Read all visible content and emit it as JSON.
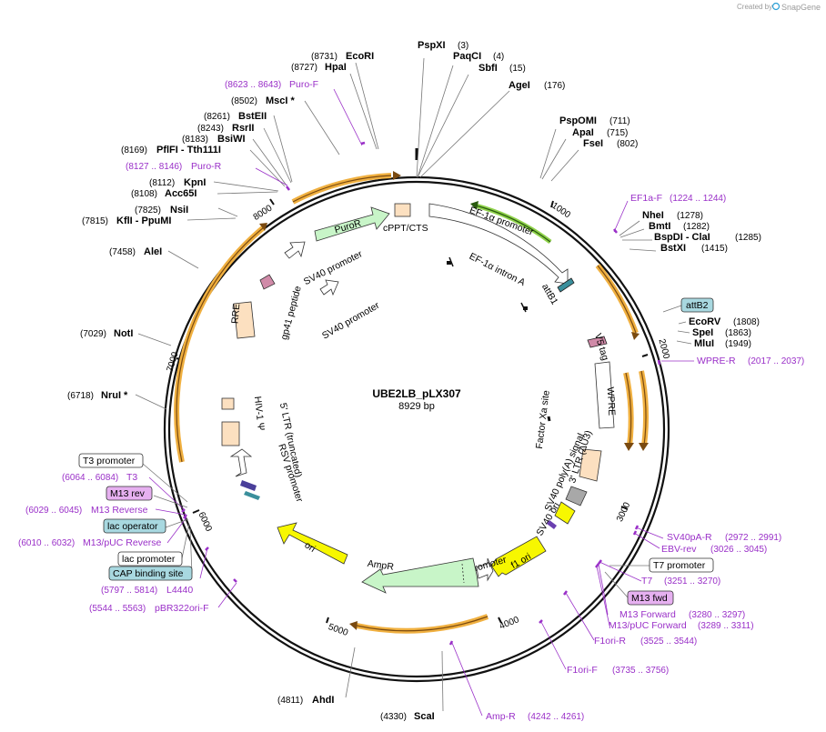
{
  "credit": {
    "prefix": "Created by",
    "brand": "SnapGene"
  },
  "plasmid": {
    "name": "UBE2LB_pLX307",
    "length_label": "8929 bp"
  },
  "ticks": [
    "1000",
    "2000",
    "3000",
    "4000",
    "5000",
    "6000",
    "7000",
    "8000"
  ],
  "sites_right": [
    {
      "name": "PspXI",
      "pos": "(3)"
    },
    {
      "name": "PaqCI",
      "pos": "(4)"
    },
    {
      "name": "SbfI",
      "pos": "(15)"
    },
    {
      "name": "AgeI",
      "pos": "(176)"
    },
    {
      "name": "PspOMI",
      "pos": "(711)"
    },
    {
      "name": "ApaI",
      "pos": "(715)"
    },
    {
      "name": "FseI",
      "pos": "(802)"
    },
    {
      "name": "NheI",
      "pos": "(1278)"
    },
    {
      "name": "BmtI",
      "pos": "(1282)"
    },
    {
      "name": "BspDI - ClaI",
      "pos": "(1285)"
    },
    {
      "name": "BstXI",
      "pos": "(1415)"
    },
    {
      "name": "EcoRV",
      "pos": "(1808)"
    },
    {
      "name": "SpeI",
      "pos": "(1863)"
    },
    {
      "name": "MluI",
      "pos": "(1949)"
    }
  ],
  "sites_left": [
    {
      "name": "EcoRI",
      "pos": "(8731)"
    },
    {
      "name": "HpaI",
      "pos": "(8727)"
    },
    {
      "name": "MscI *",
      "pos": "(8502)"
    },
    {
      "name": "BstEII",
      "pos": "(8261)"
    },
    {
      "name": "RsrII",
      "pos": "(8243)"
    },
    {
      "name": "BsiWI",
      "pos": "(8183)"
    },
    {
      "name": "PflFI - Tth111I",
      "pos": "(8169)"
    },
    {
      "name": "KpnI",
      "pos": "(8112)"
    },
    {
      "name": "Acc65I",
      "pos": "(8108)"
    },
    {
      "name": "NsiI",
      "pos": "(7825)"
    },
    {
      "name": "KflI - PpuMI",
      "pos": "(7815)"
    },
    {
      "name": "AleI",
      "pos": "(7458)"
    },
    {
      "name": "NotI",
      "pos": "(7029)"
    },
    {
      "name": "NruI *",
      "pos": "(6718)"
    },
    {
      "name": "AhdI",
      "pos": "(4811)"
    },
    {
      "name": "ScaI",
      "pos": "(4330)"
    }
  ],
  "primers": [
    {
      "name": "Puro-F",
      "range": "(8623 .. 8643)"
    },
    {
      "name": "Puro-R",
      "range": "(8127 .. 8146)"
    },
    {
      "name": "EF1a-F",
      "range": "(1224 .. 1244)"
    },
    {
      "name": "WPRE-R",
      "range": "(2017 .. 2037)"
    },
    {
      "name": "SV40pA-R",
      "range": "(2972 .. 2991)"
    },
    {
      "name": "EBV-rev",
      "range": "(3026 .. 3045)"
    },
    {
      "name": "T7",
      "range": "(3251 .. 3270)"
    },
    {
      "name": "M13 Forward",
      "range": "(3280 .. 3297)"
    },
    {
      "name": "M13/pUC Forward",
      "range": "(3289 .. 3311)"
    },
    {
      "name": "F1ori-R",
      "range": "(3525 .. 3544)"
    },
    {
      "name": "F1ori-F",
      "range": "(3735 .. 3756)"
    },
    {
      "name": "Amp-R",
      "range": "(4242 .. 4261)"
    },
    {
      "name": "pBR322ori-F",
      "range": "(5544 .. 5563)"
    },
    {
      "name": "L4440",
      "range": "(5797 .. 5814)"
    },
    {
      "name": "M13/pUC Reverse",
      "range": "(6010 .. 6032)"
    },
    {
      "name": "M13 Reverse",
      "range": "(6029 .. 6045)"
    },
    {
      "name": "T3",
      "range": "(6064 .. 6084)"
    }
  ],
  "boxed": {
    "attB2": "attB2",
    "t7_promoter": "T7 promoter",
    "m13_fwd": "M13 fwd",
    "t3_promoter": "T3 promoter",
    "m13_rev": "M13 rev",
    "lac_operator": "lac operator",
    "lac_promoter": "lac promoter",
    "cap_site": "CAP binding site"
  },
  "features": {
    "puror": "PuroR",
    "sv40_promoter": "SV40 promoter",
    "sv40_promoter2": "SV40 promoter",
    "cppt": "cPPT/CTS",
    "ef1a_promoter": "EF-1α promoter",
    "ef1a_intron": "EF-1α intron A",
    "attb1": "attB1",
    "v5_tag": "V5 tag",
    "wpre": "WPRE",
    "factor_xa": "Factor Xa site",
    "ltr3": "3' LTR (ΔU3)",
    "sv40_polya": "SV40 poly(A) signal",
    "sv40_ori": "SV40 ori",
    "f1_ori": "f1 ori",
    "ampr_promoter": "AmpR promoter",
    "ampr": "AmpR",
    "ori": "ori",
    "rsv_promoter": "RSV promoter",
    "ltr5": "5' LTR (truncated)",
    "hiv_psi": "HIV-1 Ψ",
    "rre": "RRE",
    "gp41": "gp41 peptide"
  },
  "colors": {
    "backbone": "#111111",
    "primer": "#9a30c8",
    "orf_arc": "#f0b040",
    "orf_arrow": "#7a4a10",
    "green_arc": "#8fd24a",
    "promoter_fill": "#c8f5c8",
    "ori_fill": "#f7f700",
    "ltr_fill": "#fce0c0",
    "boxed_blue": "#a8d8e0",
    "boxed_pink": "#e6b0f0"
  }
}
